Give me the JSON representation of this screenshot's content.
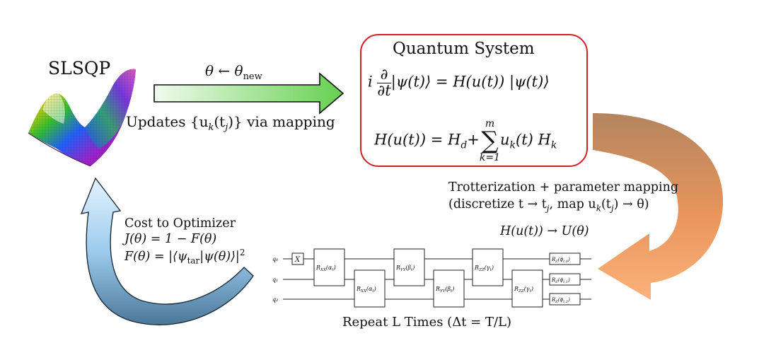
{
  "optimizer": {
    "name": "SLSQP",
    "surface_icon": "optimization-landscape-surface"
  },
  "top_arrow": {
    "label": "θ ← θ",
    "label_sub": "new",
    "caption": "Updates {u",
    "caption_sub": "k",
    "caption_rest": "(t",
    "caption_sub2": "j",
    "caption_end": ")} via mapping",
    "color": "#9be58c"
  },
  "quantum_system": {
    "title": "Quantum System",
    "schrodinger_lhs_i": "i",
    "schrodinger_num": "∂",
    "schrodinger_den": "∂t",
    "schrodinger_rest": "|ψ(t)⟩ = H(u(t)) |ψ(t)⟩",
    "hamiltonian_lhs": "H(u(t)) = H",
    "hamiltonian_d": "d",
    "hamiltonian_plus": "+",
    "sum_upper": "m",
    "sum_lower": "k=1",
    "hamiltonian_rest": "u",
    "hamiltonian_rest_sub": "k",
    "hamiltonian_tail": "(t) H",
    "hamiltonian_tail_sub": "k",
    "border_color": "#d61f26"
  },
  "trotterization": {
    "line1": "Trotterization + parameter mapping",
    "line2": "(discretize t → t",
    "line2_sub": "j",
    "line2_mid": ", map u",
    "line2_sub2": "k",
    "line2_mid2": "(t",
    "line2_sub3": "j",
    "line2_end": ") → θ)",
    "mapping": "H(u(t)) → U(θ)",
    "arrow_color_start": "#b98b66",
    "arrow_color_end": "#f7a366"
  },
  "cost": {
    "title": "Cost to Optimizer",
    "j_line": "J(θ) = 1 − F(θ)",
    "f_line": "F(θ) = |⟨ψ",
    "f_sub": "tar",
    "f_end": "|ψ(θ)⟩|",
    "f_sup": "2",
    "arrow_color_start": "#4f7ea0",
    "arrow_color_end": "#d6ecfb"
  },
  "circuit": {
    "qubits": [
      "q₀",
      "q₁",
      "q₂"
    ],
    "gates": {
      "x": "X",
      "rxx": "R",
      "rxx_sub": "XX",
      "rxx_arg": "(α",
      "ryy_sub": "YY",
      "ryy_arg": "(β",
      "rzz_sub": "ZZ",
      "rzz_arg": "(γ",
      "t_sub": "t",
      "close": ")",
      "rz": "R",
      "rz_sub": "Z",
      "rz_args": [
        "(ϕ",
        "(ϕ",
        "(ϕ"
      ],
      "rz_subs": [
        "t,0",
        "t,1",
        "t,2"
      ]
    },
    "repeat_label": "Repeat L Times (Δt = T/L)"
  }
}
